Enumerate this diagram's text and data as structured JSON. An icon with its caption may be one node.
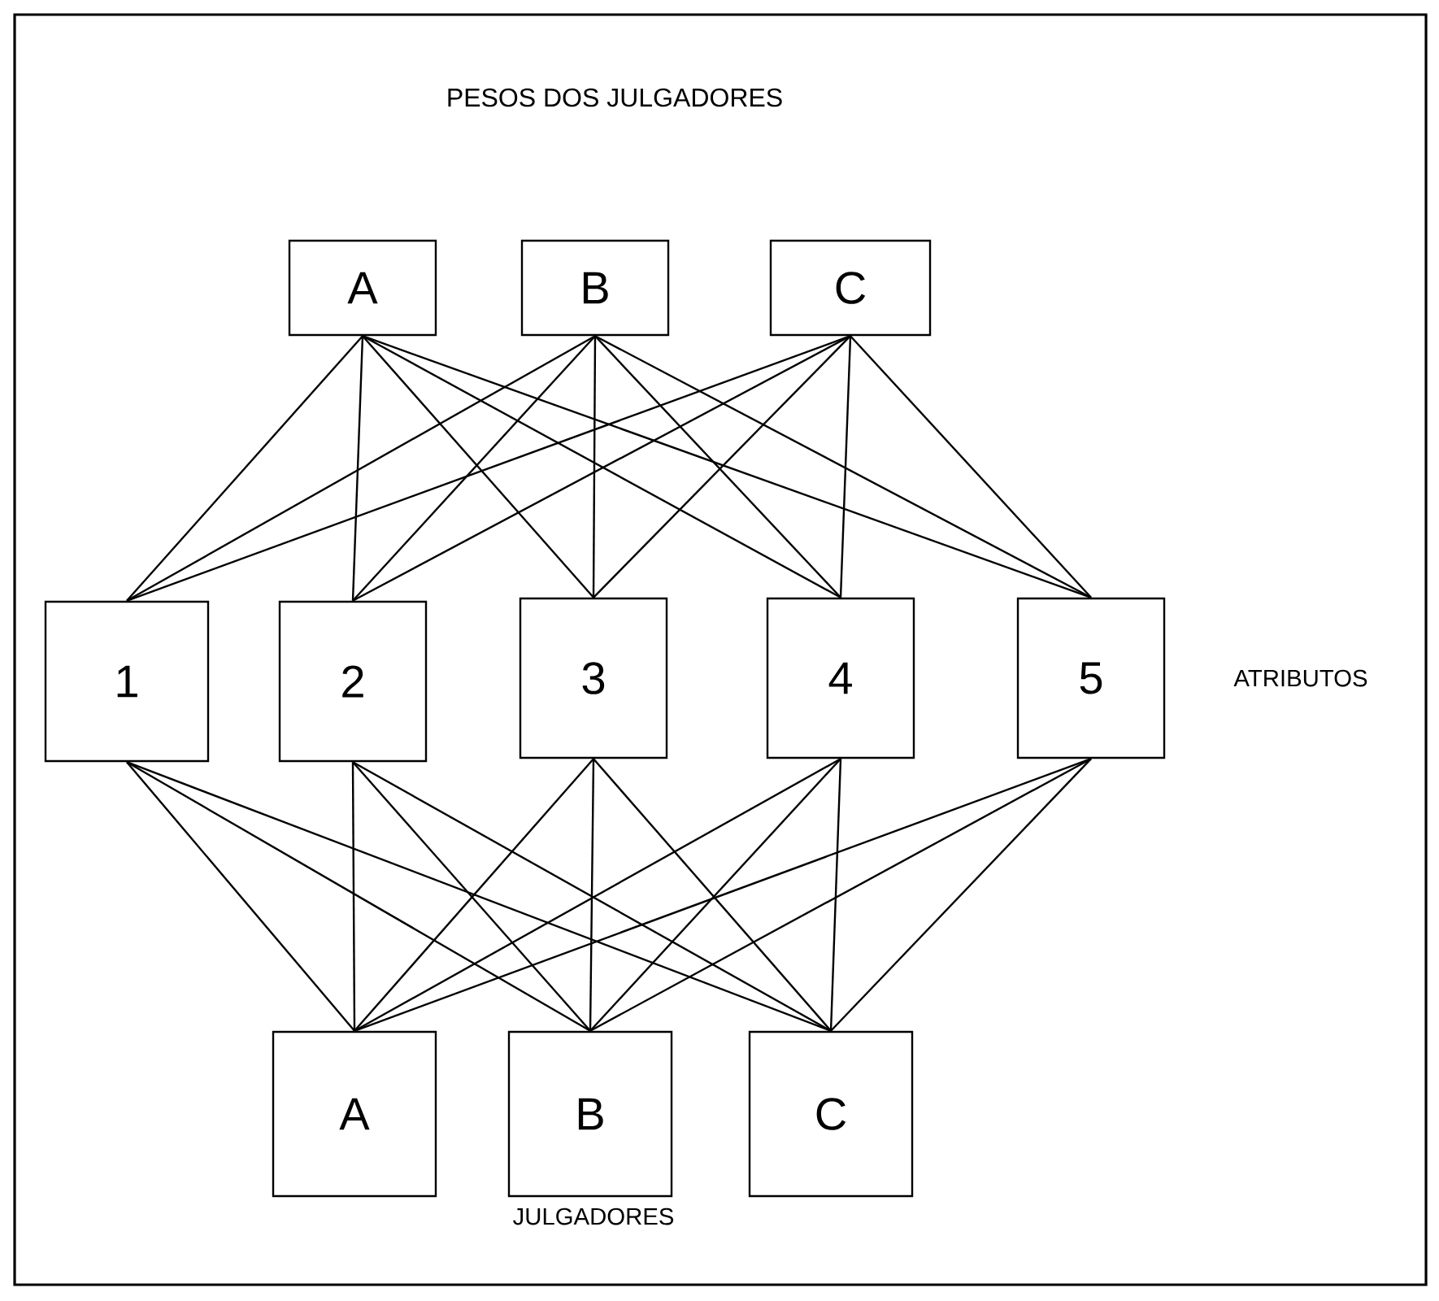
{
  "diagram": {
    "title": "PESOS DOS JULGADORES",
    "nodes": [
      {
        "text": [
          "A"
        ]
      },
      {
        "text": [
          "B"
        ]
      },
      {
        "text": [
          "C"
        ]
      },
      {
        "text": [
          "1"
        ]
      },
      {
        "text": [
          "2"
        ]
      },
      {
        "text": [
          "3"
        ]
      },
      {
        "text": [
          "4"
        ]
      },
      {
        "text": [
          "5"
        ]
      },
      {
        "text": [
          "A"
        ]
      },
      {
        "text": [
          "B"
        ]
      },
      {
        "text": [
          "C"
        ]
      }
    ],
    "edges": [
      {
        "from": 0,
        "to": 3,
        "arrow": "none"
      },
      {
        "from": 0,
        "to": 4,
        "arrow": "none"
      },
      {
        "from": 0,
        "to": 5,
        "arrow": "none"
      },
      {
        "from": 0,
        "to": 6,
        "arrow": "none"
      },
      {
        "from": 0,
        "to": 7,
        "arrow": "none"
      },
      {
        "from": 1,
        "to": 3,
        "arrow": "none"
      },
      {
        "from": 1,
        "to": 4,
        "arrow": "none"
      },
      {
        "from": 1,
        "to": 5,
        "arrow": "none"
      },
      {
        "from": 1,
        "to": 6,
        "arrow": "none"
      },
      {
        "from": 1,
        "to": 7,
        "arrow": "none"
      },
      {
        "from": 2,
        "to": 3,
        "arrow": "none"
      },
      {
        "from": 2,
        "to": 4,
        "arrow": "none"
      },
      {
        "from": 2,
        "to": 5,
        "arrow": "none"
      },
      {
        "from": 2,
        "to": 6,
        "arrow": "none"
      },
      {
        "from": 2,
        "to": 7,
        "arrow": "none"
      },
      {
        "from": 3,
        "to": 8,
        "arrow": "none"
      },
      {
        "from": 3,
        "to": 9,
        "arrow": "none"
      },
      {
        "from": 3,
        "to": 10,
        "arrow": "none"
      },
      {
        "from": 4,
        "to": 8,
        "arrow": "none"
      },
      {
        "from": 4,
        "to": 9,
        "arrow": "none"
      },
      {
        "from": 4,
        "to": 10,
        "arrow": "none"
      },
      {
        "from": 5,
        "to": 8,
        "arrow": "none"
      },
      {
        "from": 5,
        "to": 9,
        "arrow": "none"
      },
      {
        "from": 5,
        "to": 10,
        "arrow": "none"
      },
      {
        "from": 6,
        "to": 8,
        "arrow": "none"
      },
      {
        "from": 6,
        "to": 9,
        "arrow": "none"
      },
      {
        "from": 6,
        "to": 10,
        "arrow": "none"
      },
      {
        "from": 7,
        "to": 8,
        "arrow": "none"
      },
      {
        "from": 7,
        "to": 9,
        "arrow": "none"
      },
      {
        "from": 7,
        "to": 10,
        "arrow": "none"
      }
    ],
    "labels": [
      "ATRIBUTOS",
      "JULGADORES"
    ]
  }
}
